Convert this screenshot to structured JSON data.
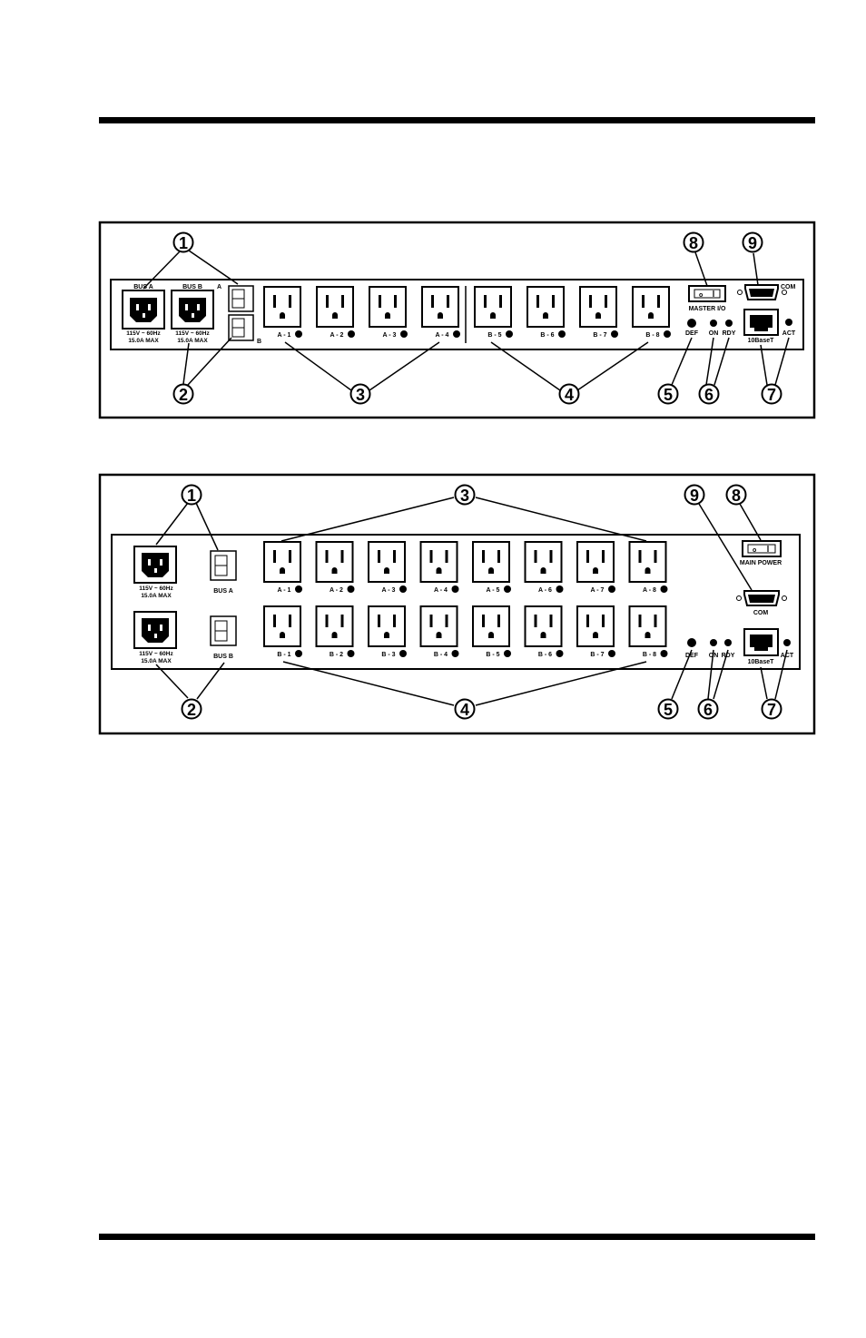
{
  "figure1": {
    "callouts": [
      "1",
      "2",
      "3",
      "4",
      "5",
      "6",
      "7",
      "8",
      "9"
    ],
    "bus_a_label": "BUS A",
    "bus_b_label": "BUS B",
    "rating_a_line1": "115V ~ 60Hz",
    "rating_a_line2": "15.0A MAX",
    "rating_b_line1": "115V ~ 60Hz",
    "rating_b_line2": "15.0A MAX",
    "breaker_a_tag": "A",
    "breaker_b_tag": "B",
    "outlet_labels": [
      "A - 1",
      "A - 2",
      "A - 3",
      "A - 4",
      "B - 5",
      "B - 6",
      "B - 7",
      "B - 8"
    ],
    "master_label": "MASTER I/O",
    "com_label": "COM",
    "ethernet_label": "10BaseT",
    "def_label": "DEF",
    "on_label": "ON",
    "rdy_label": "RDY",
    "act_label": "ACT"
  },
  "figure2": {
    "callouts": [
      "1",
      "2",
      "3",
      "4",
      "5",
      "6",
      "7",
      "8",
      "9"
    ],
    "rating_a_line1": "115V ~ 60Hz",
    "rating_a_line2": "15.0A MAX",
    "rating_b_line1": "115V ~ 60Hz",
    "rating_b_line2": "15.0A MAX",
    "bus_a_label": "BUS A",
    "bus_b_label": "BUS B",
    "outlet_labels_a": [
      "A - 1",
      "A - 2",
      "A - 3",
      "A - 4",
      "A - 5",
      "A - 6",
      "A - 7",
      "A - 8"
    ],
    "outlet_labels_b": [
      "B - 1",
      "B - 2",
      "B - 3",
      "B - 4",
      "B - 5",
      "B - 6",
      "B - 7",
      "B - 8"
    ],
    "main_power_label": "MAIN POWER",
    "com_label": "COM",
    "ethernet_label": "10BaseT",
    "def_label": "DEF",
    "on_label": "ON",
    "rdy_label": "RDY",
    "act_label": "ACT"
  }
}
